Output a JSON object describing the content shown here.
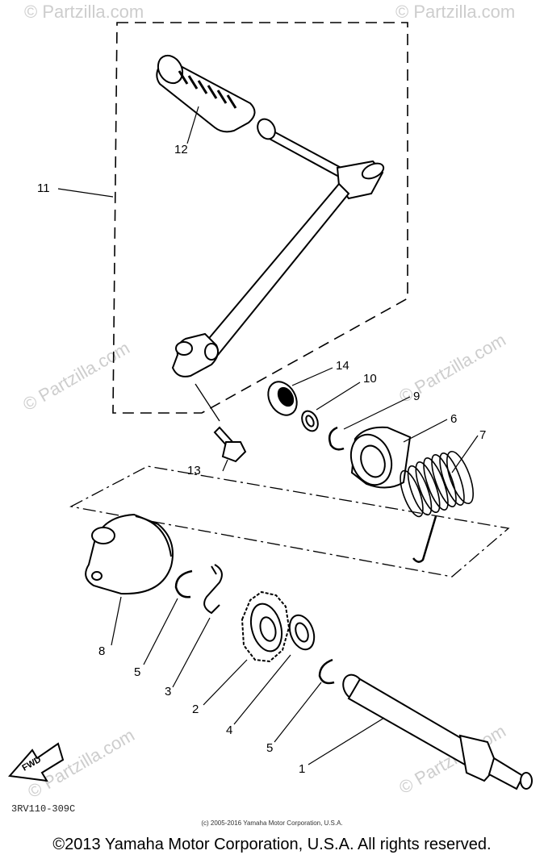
{
  "watermark": "© Partzilla.com",
  "callouts": {
    "c1": "1",
    "c2": "2",
    "c3": "3",
    "c4": "4",
    "c5a": "5",
    "c5b": "5",
    "c6": "6",
    "c7": "7",
    "c8": "8",
    "c9": "9",
    "c10": "10",
    "c11": "11",
    "c12": "12",
    "c13": "13",
    "c14": "14"
  },
  "fwd_label": "FWD",
  "ref_code": "3RV110-309C",
  "small_copyright": "(c) 2005-2016 Yamaha Motor Corporation, U.S.A.",
  "footer_copyright": "©2013 Yamaha Motor Corporation, U.S.A. All rights reserved."
}
